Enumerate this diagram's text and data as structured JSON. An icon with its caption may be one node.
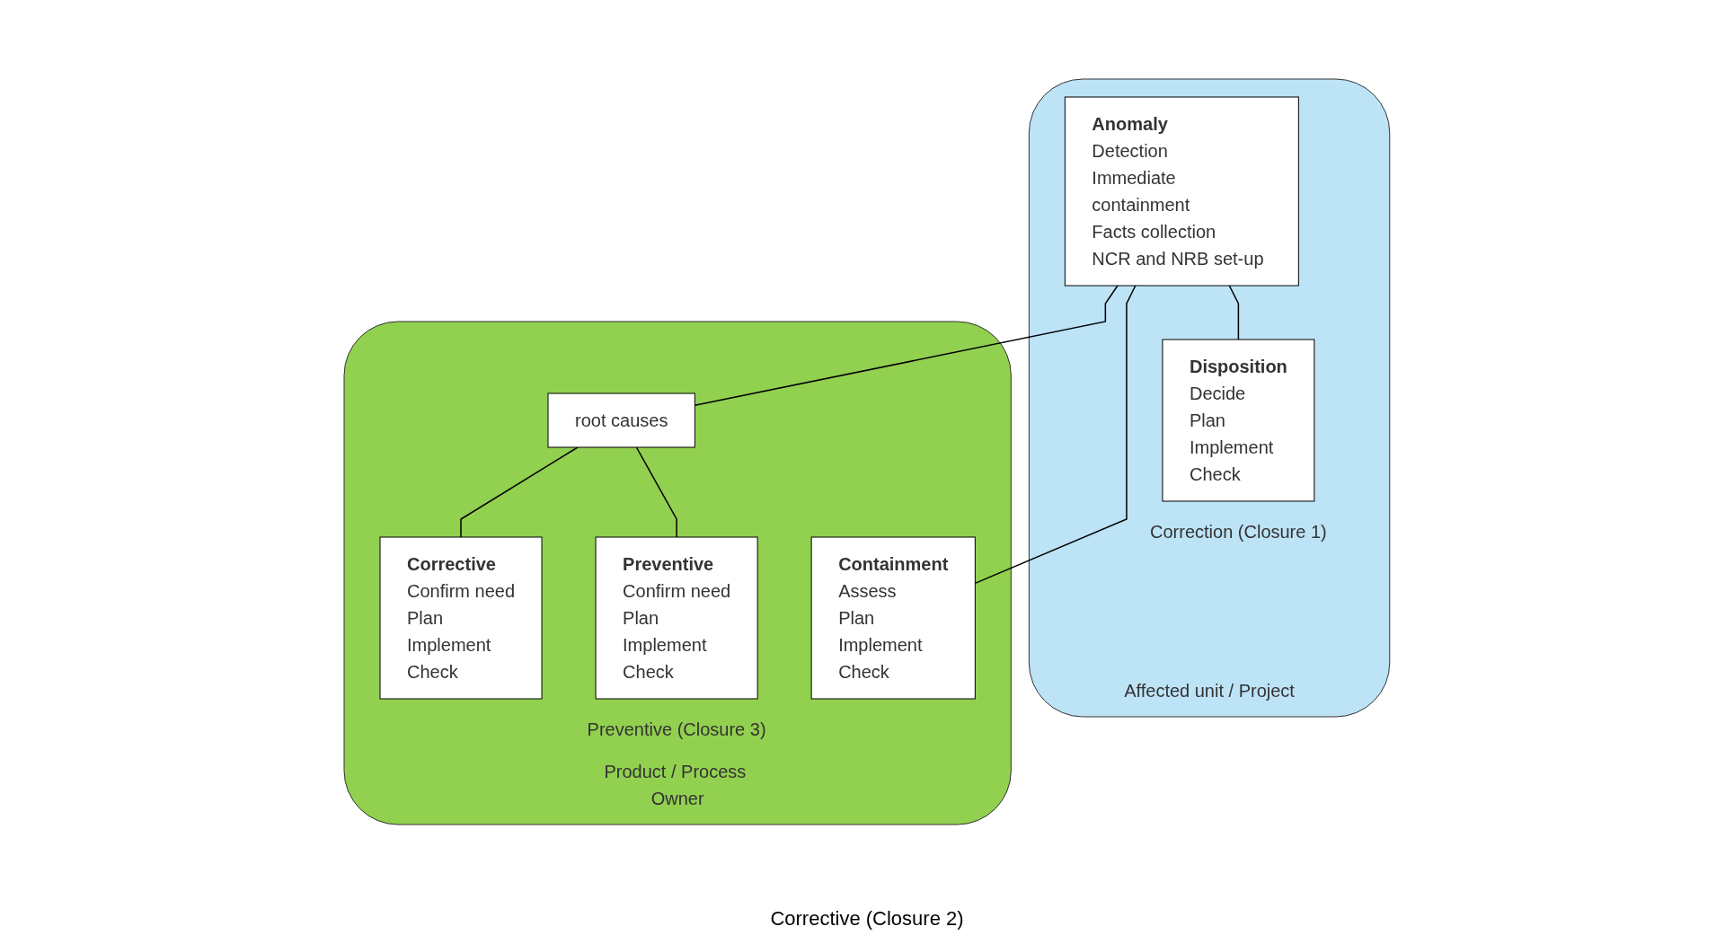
{
  "diagram": {
    "nodes": [
      {
        "text": [
          "Affected unit / Project"
        ]
      },
      {
        "text": [
          "Anomaly",
          "Detection",
          "Immediate containment",
          "Facts collection",
          "NCR and NRB set-up"
        ],
        "in": 0
      },
      {
        "text": [
          "Disposition",
          "Decide",
          "Plan",
          "Implement",
          "Check"
        ],
        "in": 0,
        "beside": [
          "Correction (Closure 1)"
        ]
      },
      {
        "text": [
          "Product / Process Owner"
        ]
      },
      {
        "text": [
          "root causes"
        ],
        "in": 3
      },
      {
        "text": [
          "Containment",
          "Assess",
          "Plan",
          "Implement",
          "Check"
        ],
        "in": 3
      },
      {
        "text": [
          "Corrective",
          "Confirm need",
          "Plan",
          "Implement",
          "Check"
        ],
        "in": 3
      },
      {
        "text": [
          "Preventive",
          "Confirm need",
          "Plan",
          "Implement",
          "Check"
        ],
        "in": 3,
        "beside": [
          "Preventive (Closure 3)"
        ]
      }
    ],
    "edges": [
      {
        "from": 1,
        "to": 2,
        "arrow": "none"
      },
      {
        "from": 1,
        "to": 5,
        "arrow": "none"
      },
      {
        "from": 1,
        "to": 4,
        "arrow": "none"
      },
      {
        "from": 4,
        "to": 6,
        "arrow": "none"
      },
      {
        "from": 4,
        "to": 7,
        "arrow": "none"
      }
    ],
    "labels": [
      "Corrective (Closure 2)"
    ]
  }
}
